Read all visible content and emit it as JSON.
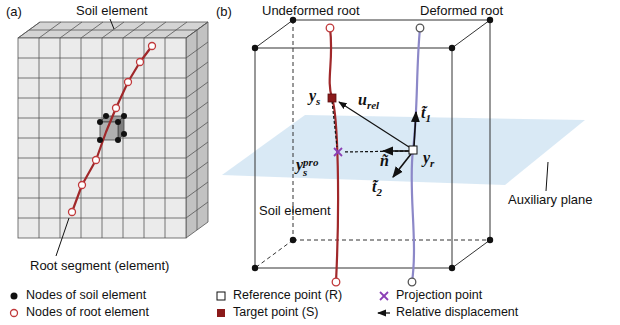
{
  "diagram": {
    "labels": [
      "(a)",
      "Soil element",
      "(b)",
      "Undeformed root",
      "Deformed root",
      "ys",
      "yspro",
      "urel",
      "t̃1",
      "ñ",
      "t̃2",
      "yr",
      "Soil element",
      "Auxiliary plane",
      "Root segment (element)"
    ],
    "legend": [
      {
        "text": "Nodes of soil element"
      },
      {
        "text": "Nodes of root element"
      },
      {
        "text": "Reference point (R)"
      },
      {
        "text": "Target point (S)"
      },
      {
        "text": "Projection point"
      },
      {
        "text": "Relative displacement"
      }
    ]
  }
}
